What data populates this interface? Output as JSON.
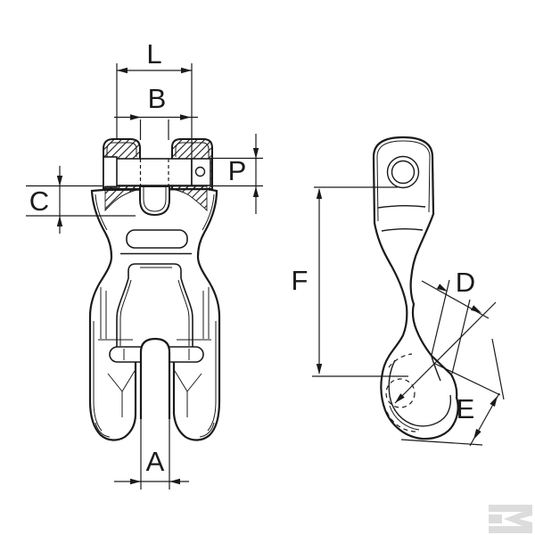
{
  "drawing": {
    "type": "technical-dimension-diagram",
    "subject": "clevis shortening clutch hook, front and side views"
  },
  "labels": {
    "L": "L",
    "B": "B",
    "C": "C",
    "P": "P",
    "A": "A",
    "F": "F",
    "D": "D",
    "E": "E"
  },
  "watermark": {
    "icon": "kramp-k-logo"
  },
  "colors": {
    "line": "#1a1a1a",
    "background": "#ffffff",
    "watermark": "#dcdcdc"
  }
}
